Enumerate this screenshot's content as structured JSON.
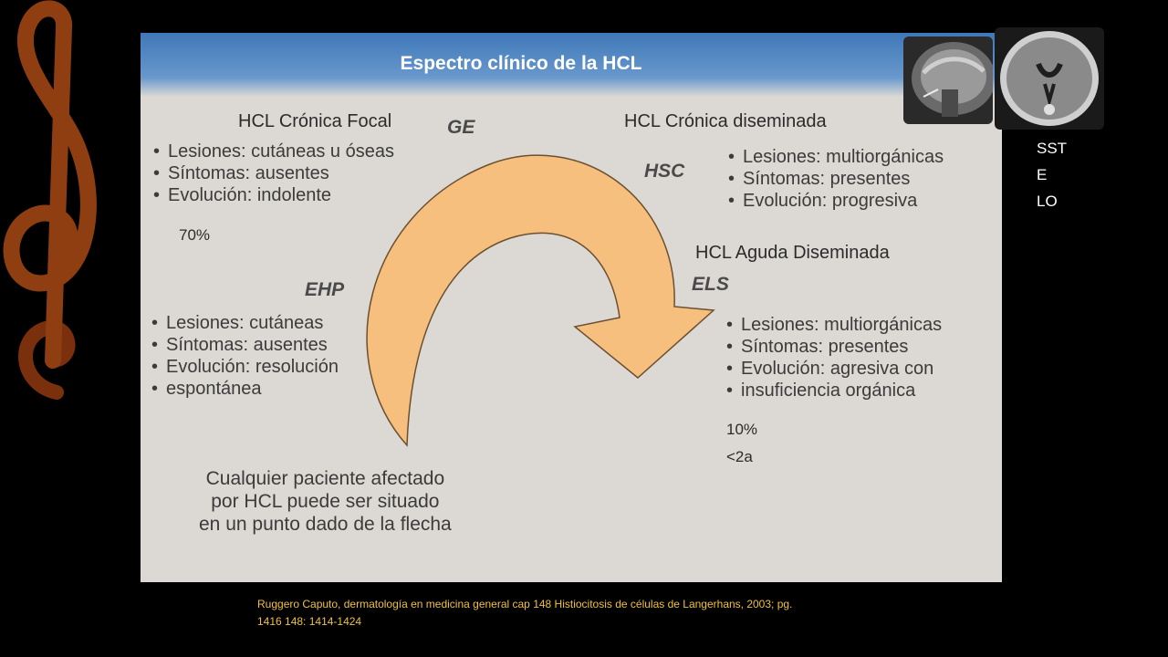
{
  "slide": {
    "banner_title": "Espectro clínico de la HCL",
    "overlays": {
      "focal": "HCL Crónica Focal",
      "diseminada": "HCL Crónica diseminada",
      "aguda": "HCL Aguda Diseminada",
      "pct70": "70%",
      "pct10": "10%",
      "age": "<2a",
      "side_label_1": "SST",
      "side_label_2": "E",
      "side_label_3": "LO"
    },
    "groups": {
      "ge": {
        "abbr": "GE",
        "items": [
          "Lesiones: cutáneas u óseas",
          "Síntomas: ausentes",
          "Evolución: indolente"
        ]
      },
      "hsc": {
        "abbr": "HSC",
        "items": [
          "Lesiones: multiorgánicas",
          "Síntomas: presentes",
          "Evolución: progresiva"
        ]
      },
      "ehp": {
        "abbr": "EHP",
        "items": [
          "Lesiones: cutáneas",
          "Síntomas: ausentes",
          "Evolución: resolución",
          "espontánea"
        ]
      },
      "els": {
        "abbr": "ELS",
        "items": [
          "Lesiones: multiorgánicas",
          "Síntomas: presentes",
          "Evolución: agresiva con",
          "insuficiencia orgánica"
        ]
      }
    },
    "caption": [
      "Cualquier paciente afectado",
      "por HCL puede ser situado",
      "en un punto dado de la flecha"
    ],
    "source_lines": [
      "Ruggero Caputo, dermatología en medicina general cap 148 Histiocitosis de células de Langerhans, 2003;  pg.",
      "1416 148: 1414-1424"
    ]
  },
  "colors": {
    "banner": "#3f78b8",
    "arrow": "#f6bf7e",
    "source_text": "#f0c040",
    "clef": "#8a3a10"
  }
}
